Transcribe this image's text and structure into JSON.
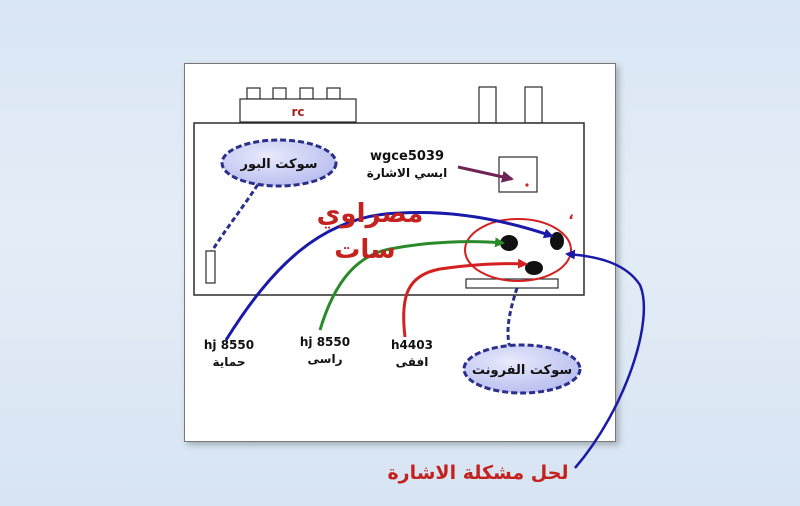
{
  "board": {
    "rc_label": "rc",
    "chip_label": "wgce5039",
    "chip_desc": "ايسي الاشارة"
  },
  "overlay": {
    "brand_line1": "مصراوي",
    "brand_line2": "سات",
    "fix_caption": "لحل مشكلة الاشارة",
    "mark": "،"
  },
  "callouts": {
    "power_socket": "سوكت البور",
    "front_socket": "سوكت الفرونت"
  },
  "components": [
    {
      "part": "hj 8550",
      "role": "حماية"
    },
    {
      "part": "hj 8550",
      "role": "راسى"
    },
    {
      "part": "h4403",
      "role": "افقى"
    }
  ],
  "colors": {
    "box_stroke": "#2b2b2b",
    "blue_wire": "#1a1aa8",
    "green_wire": "#2a8a2a",
    "red_wire": "#d42020",
    "purple_arrow": "#6e2456",
    "callout_fill": "#c9cdf3",
    "callout_stroke": "#2a2f8c",
    "rc_text": "#a82020",
    "brand_text": "#c4221e"
  }
}
